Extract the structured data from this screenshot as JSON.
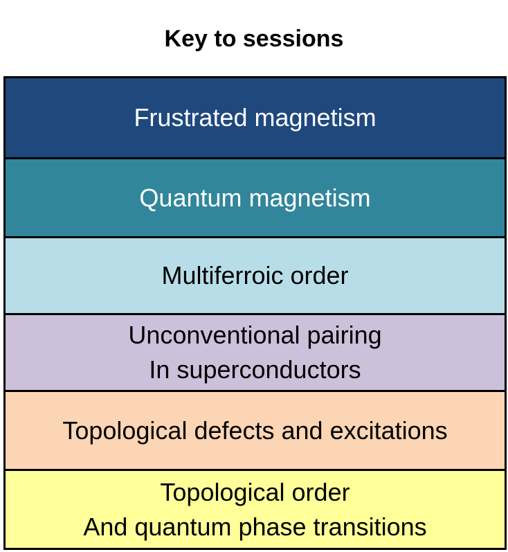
{
  "title": "Key to sessions",
  "sessions": [
    {
      "lines": [
        "Frustrated magnetism"
      ],
      "bg": "#1f497d",
      "fg": "#ffffff"
    },
    {
      "lines": [
        "Quantum magnetism"
      ],
      "bg": "#31869b",
      "fg": "#ffffff"
    },
    {
      "lines": [
        "Multiferroic order"
      ],
      "bg": "#b7dee8",
      "fg": "#000000"
    },
    {
      "lines": [
        "Unconventional pairing",
        "In superconductors"
      ],
      "bg": "#ccc0da",
      "fg": "#000000"
    },
    {
      "lines": [
        "Topological defects and excitations"
      ],
      "bg": "#fcd5b4",
      "fg": "#000000"
    },
    {
      "lines": [
        "Topological order",
        "And quantum phase transitions"
      ],
      "bg": "#ffff99",
      "fg": "#000000"
    }
  ]
}
